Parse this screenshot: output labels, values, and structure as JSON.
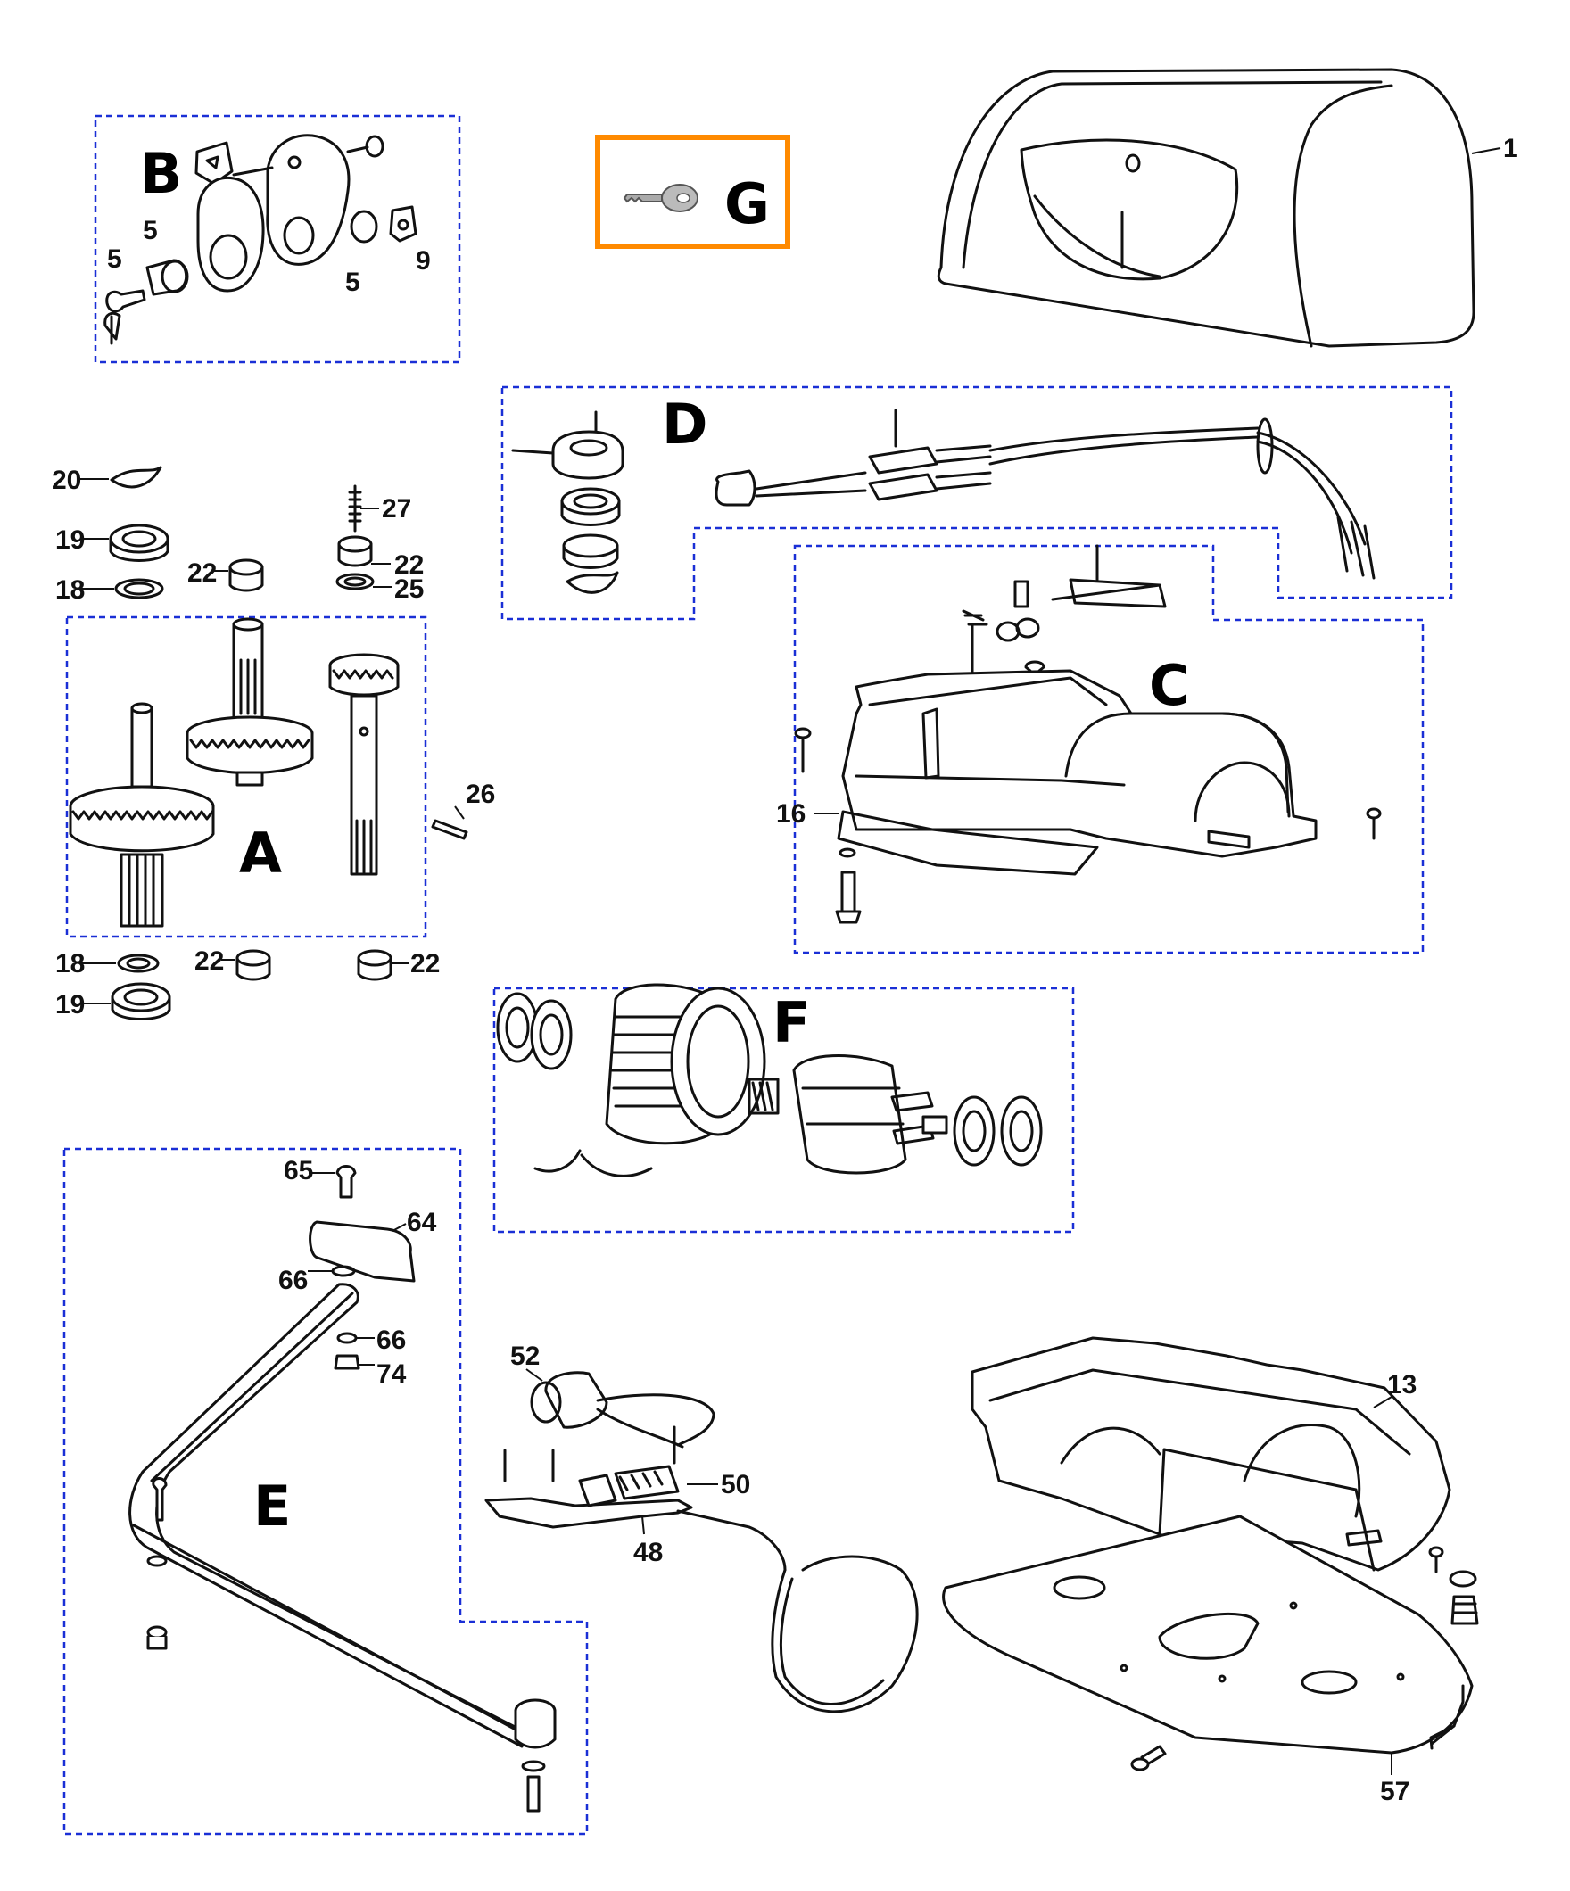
{
  "groups": {
    "A": "A",
    "B": "B",
    "C": "C",
    "D": "D",
    "E": "E",
    "F": "F",
    "G": "G"
  },
  "callouts": {
    "c1": "1",
    "b5a": "5",
    "b5b": "5",
    "b5c": "5",
    "b9": "9",
    "p20": "20",
    "p19a": "19",
    "p18a": "18",
    "p22a": "22",
    "p27": "27",
    "p22b": "22",
    "p25": "25",
    "p26": "26",
    "p18b": "18",
    "p22c": "22",
    "p22d": "22",
    "p19b": "19",
    "p16": "16",
    "p65": "65",
    "p64": "64",
    "p66a": "66",
    "p66b": "66",
    "p74": "74",
    "p52": "52",
    "p50": "50",
    "p48": "48",
    "p13": "13",
    "p57": "57"
  },
  "colors": {
    "group_frame": "#1a2fd6",
    "highlight_frame": "#ff8a00",
    "line": "#111111"
  },
  "icons": {
    "key": "key-icon"
  }
}
